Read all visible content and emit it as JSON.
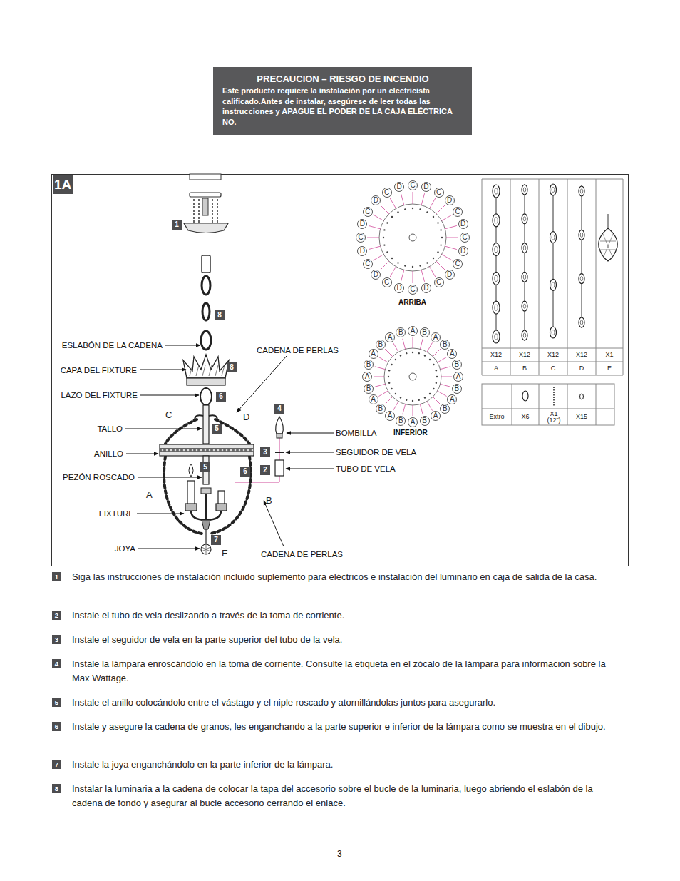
{
  "diagram": {
    "nodes": [
      {
        "text": [
          "PRECAUCION – RIESGO DE INCENDIO",
          "Este producto requiere la instalación por un electricista calificado.Antes de instalar, asegúrese de leer todas las instrucciones y APAGUE EL PODER DE LA CAJA ELÉCTRICA NO."
        ]
      },
      {
        "text": [
          "1A"
        ]
      }
    ],
    "labels": [
      "1",
      "8",
      "ESLABÓN DE LA CADENA",
      "CADENA DE PERLAS",
      "CAPA DEL FIXTURE",
      "8",
      "LAZO DEL FIXTURE",
      "6",
      "C",
      "D",
      "4",
      "TALLO",
      "5",
      "BOMBILLA",
      "ANILLO",
      "3",
      "SEGUIDOR DE VELA",
      "PEZÓN ROSCADO",
      "5",
      "6",
      "2",
      "TUBO DE VELA",
      "A",
      "B",
      "FIXTURE",
      "7",
      "JOYA",
      "E",
      "CADENA DE PERLAS",
      "C",
      "D",
      "C",
      "D",
      "C",
      "D",
      "C",
      "D",
      "C",
      "D",
      "C",
      "D",
      "C",
      "D",
      "C",
      "D",
      "C",
      "D",
      "C",
      "D",
      "C",
      "D",
      "C",
      "D",
      "ARRIBA",
      "A",
      "B",
      "A",
      "B",
      "A",
      "B",
      "A",
      "B",
      "A",
      "B",
      "A",
      "B",
      "A",
      "B",
      "A",
      "B",
      "A",
      "B",
      "A",
      "B",
      "A",
      "B",
      "A",
      "B",
      "INFERIOR",
      "X12",
      "X12",
      "X12",
      "X12",
      "X1",
      "A",
      "B",
      "C",
      "D",
      "E",
      "Extro",
      "X6",
      "X1 (12\")",
      "X15",
      "1",
      "Siga las instrucciones de instalación incluido suplemento para eléctricos e instalación del luminario en caja de salida de la casa.",
      "2",
      "Instale el tubo de vela deslizando a través de la toma de corriente.",
      "3",
      "Instale el seguidor de vela en la parte superior del tubo de la vela.",
      "4",
      "Instale la lámpara enroscándolo en la toma de corriente. Consulte la etiqueta en el zócalo de la lámpara para información sobre la Max Wattage.",
      "5",
      "Instale el anillo colocándolo entre el vástago y el niple roscado y atornillándolas juntos para asegurarlo.",
      "6",
      "Instale y asegure la cadena de granos, les enganchando a la parte superior e inferior de la lámpara como se muestra en el dibujo.",
      "7",
      "Instale la joya enganchándolo en la parte inferior de la lámpara.",
      "8",
      "Instalar la luminaria a la cadena de colocar la tapa del accesorio sobre el bucle de la luminaria, luego abriendo el eslabón de la cadena de fondo y asegurar al bucle accesorio cerrando el enlace.",
      "3"
    ]
  }
}
